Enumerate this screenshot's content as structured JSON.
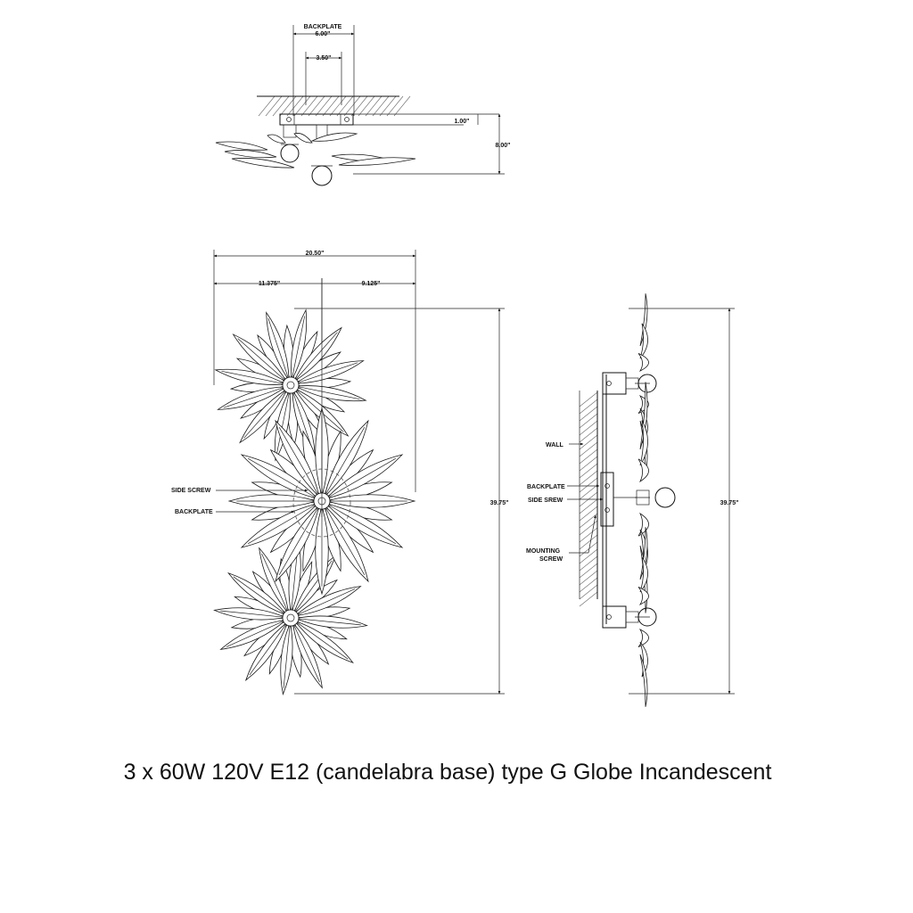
{
  "top_view": {
    "backplate_label": "BACKPLATE",
    "backplate_width": "6.00\"",
    "inner_width": "3.50\"",
    "depth_offset": "1.00\"",
    "height": "8.00\""
  },
  "front_view": {
    "total_width": "20.50\"",
    "left_width": "11.375\"",
    "right_width": "9.125\"",
    "height": "39.75\"",
    "side_screw_label": "SIDE SCREW",
    "backplate_label": "BACKPLATE"
  },
  "side_view": {
    "wall_label": "WALL",
    "backplate_label": "BACKPLATE",
    "side_screw_label": "SIDE SREW",
    "mounting_label_1": "MOUNTING",
    "mounting_label_2": "SCREW",
    "height": "39.75\""
  },
  "caption": "3 x 60W 120V E12 (candelabra base) type G Globe Incandescent"
}
